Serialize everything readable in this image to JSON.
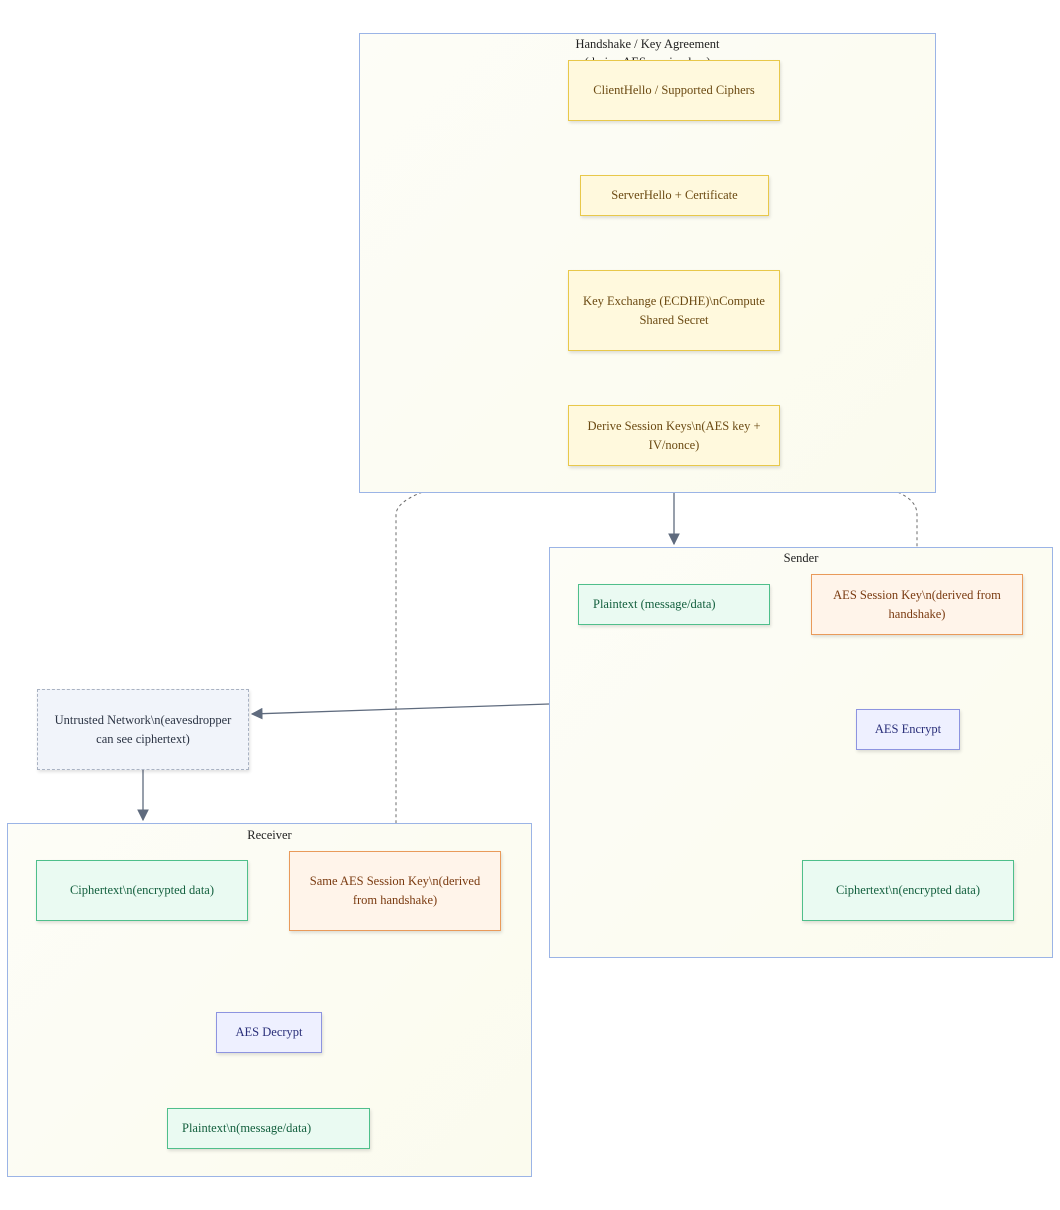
{
  "clusters": {
    "handshake": {
      "title": "Handshake / Key Agreement",
      "subtitle": "(derive AES session key)"
    },
    "sender": {
      "title": "Sender"
    },
    "receiver": {
      "title": "Receiver"
    }
  },
  "nodes": {
    "client_hello": "ClientHello / Supported Ciphers",
    "server_hello": "ServerHello + Certificate",
    "key_exchange": "Key Exchange (ECDHE)\\nCompute Shared Secret",
    "derive_keys": "Derive Session Keys\\n(AES key + IV/nonce)",
    "sender_plaintext": "Plaintext (message/data)",
    "sender_session_key": "AES Session Key\\n(derived from handshake)",
    "aes_encrypt": "AES Encrypt",
    "sender_ciphertext": "Ciphertext\\n(encrypted data)",
    "network": "Untrusted Network\\n(eavesdropper can see ciphertext)",
    "receiver_ciphertext": "Ciphertext\\n(encrypted data)",
    "receiver_session_key": "Same AES Session Key\\n(derived from handshake)",
    "aes_decrypt": "AES Decrypt",
    "receiver_plaintext": "Plaintext\\n(message/data)"
  },
  "colors": {
    "edge": "#5f6b7e",
    "dashed_edge": "#6b6b6b",
    "cluster_border": "#9bb4e6"
  }
}
